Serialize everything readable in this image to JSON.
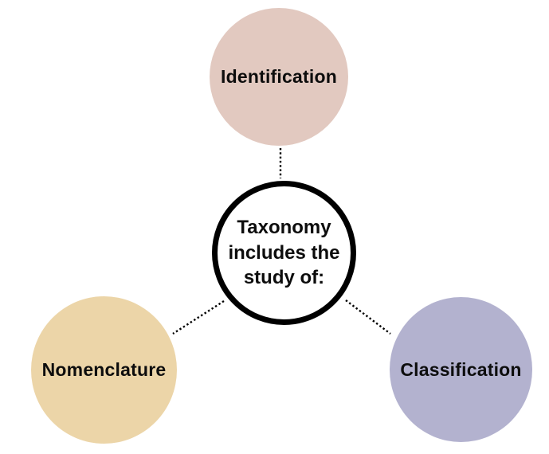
{
  "diagram": {
    "background": "#ffffff",
    "center_node": {
      "label": "Taxonomy includes the study of:",
      "fill": "#ffffff",
      "border_color": "#000000",
      "text_color": "#0d0d0d"
    },
    "nodes": [
      {
        "label": "Identification",
        "color": "#e2c9c0",
        "position": "top"
      },
      {
        "label": "Nomenclature",
        "color": "#ecd5a8",
        "position": "bottom-left"
      },
      {
        "label": "Classification",
        "color": "#b3b2cf",
        "position": "bottom-right"
      }
    ],
    "connectors": {
      "style": "dotted",
      "color": "#000000"
    }
  }
}
